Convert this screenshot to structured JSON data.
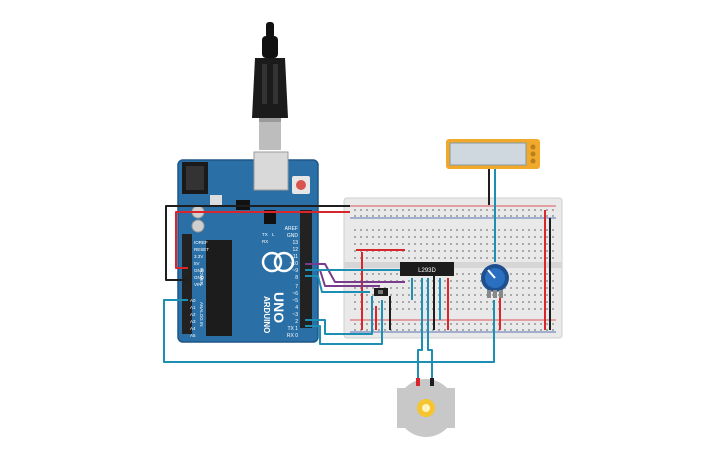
{
  "arduino": {
    "brand": "ARDUINO",
    "model": "UNO",
    "aref_label": "AREF",
    "gnd_label": "GND",
    "pin_13": "13",
    "pin_12": "12",
    "pin_11": "~11",
    "pin_10": "~10",
    "pin_9": "~9",
    "pin_8": "8",
    "pin_7": "7",
    "pin_6": "~6",
    "pin_5": "~5",
    "pin_4": "4",
    "pin_3": "~3",
    "pin_2": "2",
    "pin_1": "TX 1",
    "pin_0": "RX 0",
    "power_label": "POWER",
    "power_pins": [
      "IOREF",
      "RESET",
      "3.3V",
      "5V",
      "GND",
      "GND",
      "VIN"
    ],
    "analog_label": "ANALOG IN",
    "analog_pins": [
      "A0",
      "A1",
      "A2",
      "A3",
      "A4",
      "A5"
    ],
    "tx_label": "TX",
    "rx_label": "RX",
    "l_label": "L"
  },
  "driver_chip": {
    "label": "L293D"
  },
  "colors": {
    "board_blue": "#2a6fa5",
    "breadboard": "#e9e9e9",
    "wire_red": "#d9262c",
    "wire_black": "#1e1e1e",
    "wire_blue": "#1d8fb3",
    "wire_purple": "#7b3b8c",
    "lcd_frame": "#f0a92b",
    "lcd_screen": "#cfd8de",
    "motor_body": "#c8c8c8",
    "motor_gear": "#f4c531"
  },
  "icons": {
    "usb": "usb-cable-icon",
    "potentiometer": "potentiometer-knob-icon",
    "motor": "dc-motor-icon",
    "switch": "slide-switch-icon",
    "display": "lcd-display-icon"
  }
}
